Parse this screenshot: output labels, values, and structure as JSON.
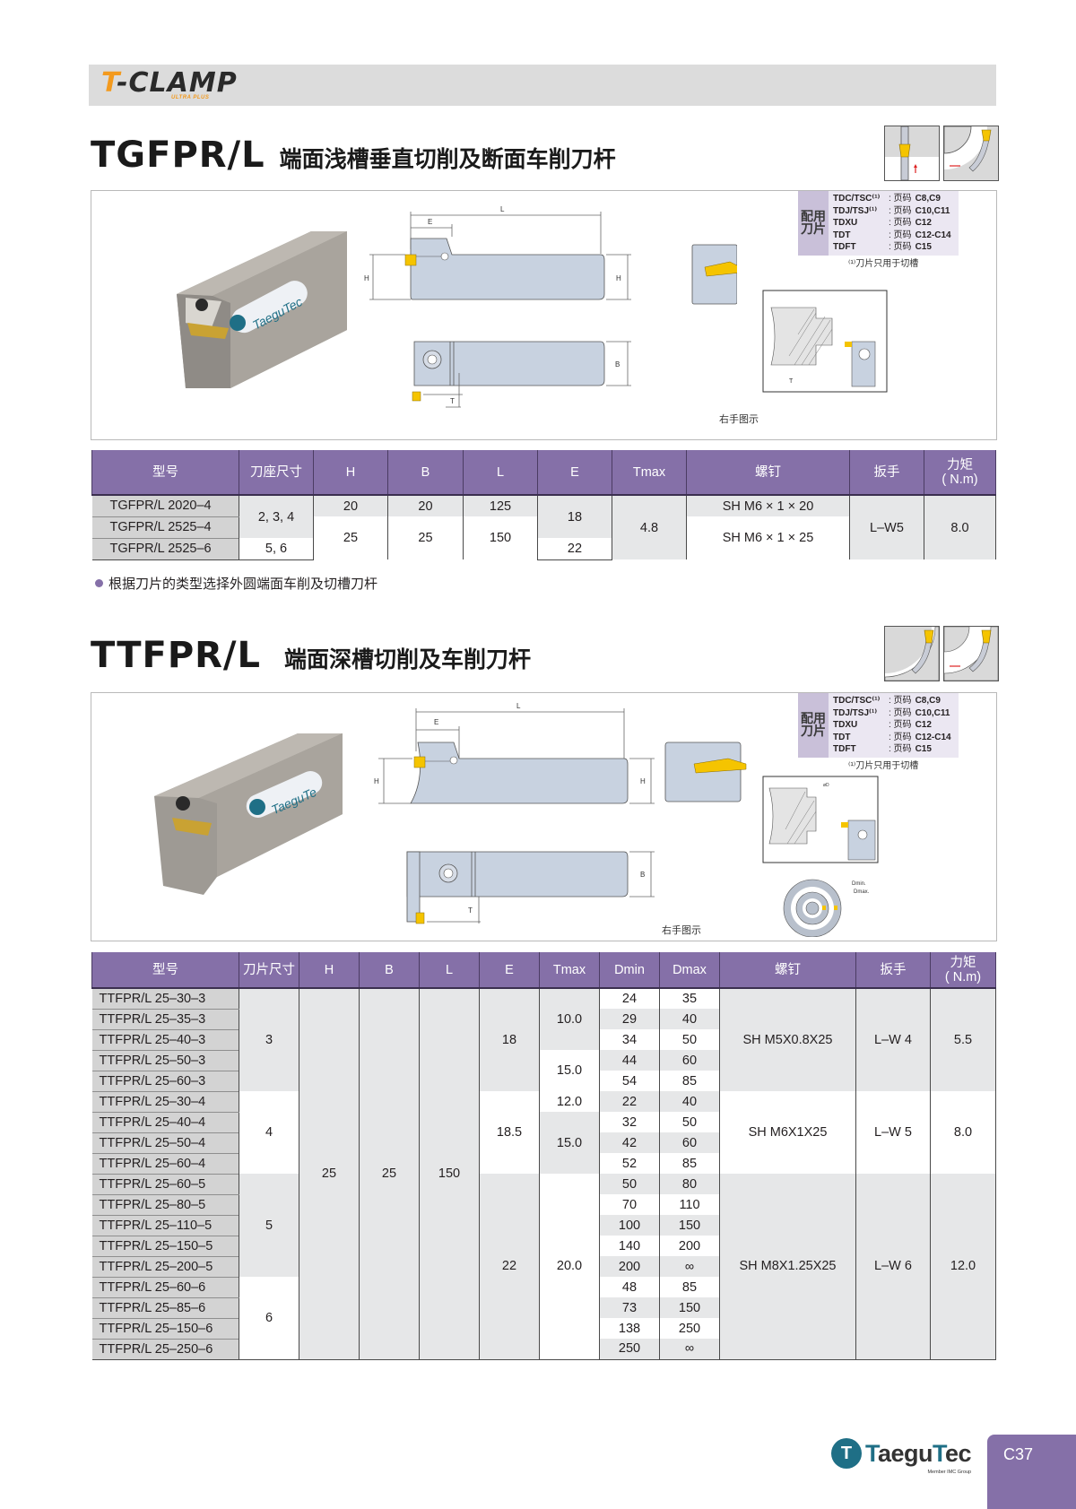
{
  "brand": {
    "logo": "T-CLAMP",
    "logo_sub": "ULTRA PLUS",
    "colors": {
      "accent_orange": "#f39a1e",
      "table_header_purple": "#8570a8",
      "brand_teal": "#1f6f86"
    }
  },
  "section1": {
    "code": "TGFPR/L",
    "title": "端面浅槽垂直切削及断面车削刀杆",
    "thumbnails": [
      "vertical-grooving-icon",
      "face-turning-icon"
    ],
    "inserts": {
      "tag": "配用刀片",
      "rows": [
        {
          "name": "TDC/TSC⁽¹⁾",
          "page_label": ": 页码",
          "pages": "C8,C9"
        },
        {
          "name": "TDJ/TSJ⁽¹⁾",
          "page_label": ": 页码",
          "pages": "C10,C11"
        },
        {
          "name": "TDXU",
          "page_label": ": 页码",
          "pages": "C12"
        },
        {
          "name": "TDT",
          "page_label": ": 页码",
          "pages": "C12-C14"
        },
        {
          "name": "TDFT",
          "page_label": ": 页码",
          "pages": "C15"
        }
      ],
      "note": "⁽¹⁾刀片只用于切槽"
    },
    "dims": {
      "L": "L",
      "E": "E",
      "H": "H",
      "B": "B",
      "T": "T"
    },
    "caption": "右手图示",
    "table": {
      "headers": [
        "型号",
        "刀座尺寸",
        "H",
        "B",
        "L",
        "E",
        "Tmax",
        "螺钉",
        "扳手",
        "力矩\n( N.m)"
      ],
      "rows": [
        {
          "model": "TGFPR/L 2020–4"
        },
        {
          "model": "TGFPR/L 2525–4"
        },
        {
          "model": "TGFPR/L 2525–6"
        }
      ],
      "merged": {
        "seat_a": "2, 3, 4",
        "seat_b": "5, 6",
        "H_a": "20",
        "H_b": "25",
        "B_a": "20",
        "B_b": "25",
        "L_a": "125",
        "L_b": "150",
        "E_a": "18",
        "E_b": "22",
        "tmax": "4.8",
        "screw_a": "SH M6 × 1 × 20",
        "screw_b": "SH M6 × 1 × 25",
        "key": "L–W5",
        "torque": "8.0"
      }
    },
    "note": "根据刀片的类型选择外圆端面车削及切槽刀杆"
  },
  "section2": {
    "code": "TTFPR/L",
    "title": "端面深槽切削及车削刀杆",
    "thumbnails": [
      "face-grooving-inner-icon",
      "face-grooving-outer-icon"
    ],
    "inserts": {
      "tag": "配用刀片",
      "rows": [
        {
          "name": "TDC/TSC⁽¹⁾",
          "page_label": ": 页码",
          "pages": "C8,C9"
        },
        {
          "name": "TDJ/TSJ⁽¹⁾",
          "page_label": ": 页码",
          "pages": "C10,C11"
        },
        {
          "name": "TDXU",
          "page_label": ": 页码",
          "pages": "C12"
        },
        {
          "name": "TDT",
          "page_label": ": 页码",
          "pages": "C12-C14"
        },
        {
          "name": "TDFT",
          "page_label": ": 页码",
          "pages": "C15"
        }
      ],
      "note": "⁽¹⁾刀片只用于切槽"
    },
    "dims": {
      "L": "L",
      "E": "E",
      "H": "H",
      "B": "B",
      "T": "T",
      "D": "øD",
      "Dmin": "Dmin.",
      "Dmax": "Dmax."
    },
    "caption": "右手图示",
    "table": {
      "headers": [
        "型号",
        "刀片尺寸",
        "H",
        "B",
        "L",
        "E",
        "Tmax",
        "Dmin",
        "Dmax",
        "螺钉",
        "扳手",
        "力矩\n( N.m)"
      ],
      "rows": [
        {
          "model": "TTFPR/L 25–30–3",
          "dmin": "24",
          "dmax": "35"
        },
        {
          "model": "TTFPR/L 25–35–3",
          "dmin": "29",
          "dmax": "40"
        },
        {
          "model": "TTFPR/L 25–40–3",
          "dmin": "34",
          "dmax": "50"
        },
        {
          "model": "TTFPR/L 25–50–3",
          "dmin": "44",
          "dmax": "60"
        },
        {
          "model": "TTFPR/L 25–60–3",
          "dmin": "54",
          "dmax": "85"
        },
        {
          "model": "TTFPR/L 25–30–4",
          "dmin": "22",
          "dmax": "40"
        },
        {
          "model": "TTFPR/L 25–40–4",
          "dmin": "32",
          "dmax": "50"
        },
        {
          "model": "TTFPR/L 25–50–4",
          "dmin": "42",
          "dmax": "60"
        },
        {
          "model": "TTFPR/L 25–60–4",
          "dmin": "52",
          "dmax": "85"
        },
        {
          "model": "TTFPR/L 25–60–5",
          "dmin": "50",
          "dmax": "80"
        },
        {
          "model": "TTFPR/L 25–80–5",
          "dmin": "70",
          "dmax": "110"
        },
        {
          "model": "TTFPR/L 25–110–5",
          "dmin": "100",
          "dmax": "150"
        },
        {
          "model": "TTFPR/L 25–150–5",
          "dmin": "140",
          "dmax": "200"
        },
        {
          "model": "TTFPR/L 25–200–5",
          "dmin": "200",
          "dmax": "∞"
        },
        {
          "model": "TTFPR/L 25–60–6",
          "dmin": "48",
          "dmax": "85"
        },
        {
          "model": "TTFPR/L 25–85–6",
          "dmin": "73",
          "dmax": "150"
        },
        {
          "model": "TTFPR/L 25–150–6",
          "dmin": "138",
          "dmax": "250"
        },
        {
          "model": "TTFPR/L 25–250–6",
          "dmin": "250",
          "dmax": "∞"
        }
      ],
      "merged": {
        "size_3": "3",
        "size_4": "4",
        "size_5": "5",
        "size_6": "6",
        "H": "25",
        "B": "25",
        "L": "150",
        "E_3": "18",
        "E_4": "18.5",
        "E_56": "22",
        "tmax_a": "10.0",
        "tmax_b": "15.0",
        "tmax_c": "12.0",
        "tmax_d": "15.0",
        "tmax_e": "20.0",
        "screw_3": "SH M5X0.8X25",
        "screw_4": "SH M6X1X25",
        "screw_56": "SH M8X1.25X25",
        "key_3": "L–W 4",
        "key_4": "L–W 5",
        "key_56": "L–W 6",
        "torque_3": "5.5",
        "torque_4": "8.0",
        "torque_56": "12.0"
      }
    }
  },
  "footer": {
    "logo": "TaeguTec",
    "logo_sub": "Member IMC Group",
    "page": "C37"
  }
}
